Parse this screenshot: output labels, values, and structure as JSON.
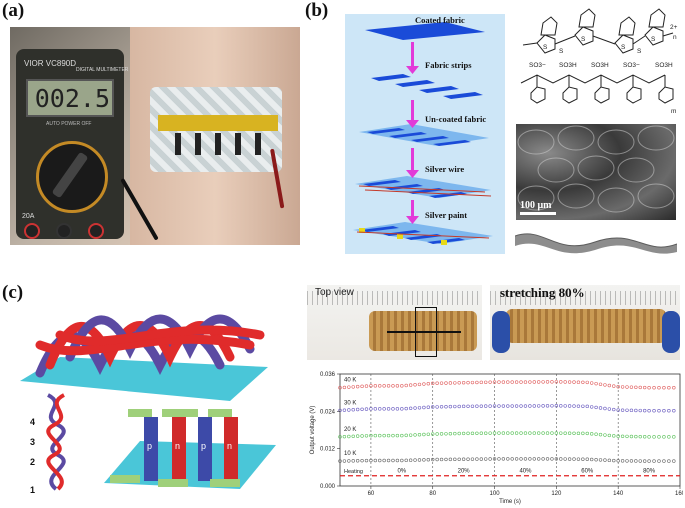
{
  "panels": {
    "a": {
      "label": "(a)"
    },
    "b": {
      "label": "(b)"
    },
    "c": {
      "label": "(c)"
    }
  },
  "photo_a": {
    "brand": "VIOR VC890D",
    "sub_brand": "DIGITAL MULTIMETER",
    "display": "002.5",
    "range_label": "20A",
    "power_label": "AUTO POWER OFF"
  },
  "schematic_b": {
    "layers": [
      "Coated fabric",
      "Fabric strips",
      "Un-coated fabric",
      "Silver wire",
      "Silver paint"
    ],
    "colors": {
      "background": "#cde6f7",
      "fabric": "#1a4bd8",
      "arrow": "#e23ad8",
      "wire": "#c43a2a",
      "paint": "#e6d91a"
    }
  },
  "chemistry": {
    "top_labels": [
      "S",
      "S",
      "S",
      "S",
      "S",
      "S"
    ],
    "charge": "2+",
    "subscript": "n",
    "bottom_labels": [
      "SO3−",
      "SO3H",
      "SO3H",
      "SO3−",
      "SO3H"
    ],
    "bottom_subscript": "m"
  },
  "sem": {
    "scale": "100 μm"
  },
  "knit_c": {
    "strand_numbers": [
      "4",
      "3",
      "2",
      "1"
    ],
    "colors": {
      "p": "#3d4aa8",
      "n": "#d02a2a",
      "yarn_p": "#5b4aa2",
      "yarn_n": "#e02b2b",
      "base": "#4ac6d8",
      "pad": "#9fd07a"
    },
    "legs": [
      "p",
      "n",
      "p",
      "n"
    ]
  },
  "photos_c": {
    "top_view": "Top view",
    "stretching": "stretching  80%"
  },
  "chart_data": {
    "type": "scatter",
    "xlabel": "Time (s)",
    "ylabel": "Output voltage (V)",
    "xlim": [
      50,
      160
    ],
    "ylim": [
      0.0,
      0.036
    ],
    "xticks": [
      60,
      80,
      100,
      120,
      140,
      160
    ],
    "yticks": [
      0.0,
      0.012,
      0.024,
      0.036
    ],
    "ytick_labels": [
      "0.000",
      "0.012",
      "0.024",
      "0.036"
    ],
    "vlines": [
      60,
      80,
      100,
      120,
      140
    ],
    "region_labels": [
      {
        "x": 70,
        "text": "0%"
      },
      {
        "x": 90,
        "text": "20%"
      },
      {
        "x": 110,
        "text": "40%"
      },
      {
        "x": 130,
        "text": "60%"
      },
      {
        "x": 150,
        "text": "80%"
      }
    ],
    "series": [
      {
        "name": "40 K",
        "color": "#e06060",
        "points": [
          [
            50,
            0.0316
          ],
          [
            60,
            0.0322
          ],
          [
            70,
            0.0322
          ],
          [
            80,
            0.033
          ],
          [
            90,
            0.0332
          ],
          [
            100,
            0.0334
          ],
          [
            110,
            0.0334
          ],
          [
            120,
            0.0335
          ],
          [
            130,
            0.0333
          ],
          [
            140,
            0.0319
          ],
          [
            150,
            0.0316
          ],
          [
            158,
            0.0316
          ]
        ]
      },
      {
        "name": "30 K",
        "color": "#6a5cc0",
        "points": [
          [
            50,
            0.0243
          ],
          [
            60,
            0.0248
          ],
          [
            70,
            0.0248
          ],
          [
            80,
            0.0254
          ],
          [
            90,
            0.0256
          ],
          [
            100,
            0.0257
          ],
          [
            110,
            0.0257
          ],
          [
            120,
            0.0258
          ],
          [
            130,
            0.0256
          ],
          [
            140,
            0.0244
          ],
          [
            150,
            0.0242
          ],
          [
            158,
            0.0242
          ]
        ]
      },
      {
        "name": "20 K",
        "color": "#5ac25a",
        "points": [
          [
            50,
            0.0158
          ],
          [
            60,
            0.0162
          ],
          [
            70,
            0.0162
          ],
          [
            80,
            0.0167
          ],
          [
            90,
            0.0169
          ],
          [
            100,
            0.017
          ],
          [
            110,
            0.017
          ],
          [
            120,
            0.017
          ],
          [
            130,
            0.0169
          ],
          [
            140,
            0.016
          ],
          [
            150,
            0.0158
          ],
          [
            158,
            0.0158
          ]
        ]
      },
      {
        "name": "10 K",
        "color": "#666666",
        "points": [
          [
            50,
            0.008
          ],
          [
            60,
            0.0082
          ],
          [
            70,
            0.0082
          ],
          [
            80,
            0.0085
          ],
          [
            90,
            0.0086
          ],
          [
            100,
            0.0087
          ],
          [
            110,
            0.0087
          ],
          [
            120,
            0.0087
          ],
          [
            130,
            0.0086
          ],
          [
            140,
            0.0081
          ],
          [
            150,
            0.008
          ],
          [
            158,
            0.008
          ]
        ]
      }
    ],
    "heating": {
      "name": "Heating",
      "value": 0.0033,
      "color": "#e02020"
    }
  }
}
